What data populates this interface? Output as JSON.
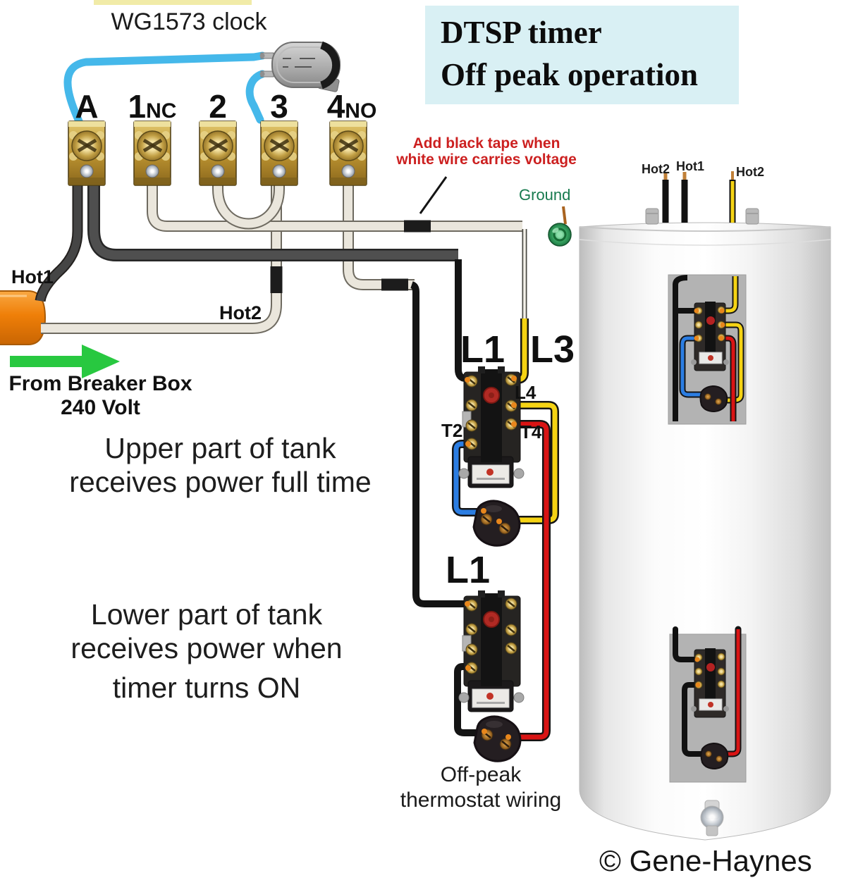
{
  "header": {
    "clock_label": "WG1573 clock",
    "title_line1": "DTSP timer",
    "title_line2": "Off peak operation"
  },
  "terminals": {
    "items": [
      {
        "main": "A",
        "suffix": ""
      },
      {
        "main": "1",
        "suffix": "NC"
      },
      {
        "main": "2",
        "suffix": ""
      },
      {
        "main": "3",
        "suffix": ""
      },
      {
        "main": "4",
        "suffix": "NO"
      }
    ]
  },
  "annotations": {
    "tape_note_line1": "Add black tape when",
    "tape_note_line2": "white wire carries voltage",
    "ground": "Ground",
    "tank_wire_labels": [
      "Hot2",
      "Hot1",
      "Hot2"
    ],
    "hot1": "Hot1",
    "hot2": "Hot2",
    "breaker_line1": "From Breaker Box",
    "breaker_line2": "240 Volt",
    "upper_note_line1": "Upper part of tank",
    "upper_note_line2": "receives power full time",
    "lower_note_line1": "Lower part of tank",
    "lower_note_line2": "receives power when",
    "lower_note_line3": "timer turns ON",
    "offpeak_line1": "Off-peak",
    "offpeak_line2": "thermostat wiring",
    "copyright": "© Gene-Haynes"
  },
  "wire_labels": {
    "upper_l1": "L1",
    "upper_l3": "L3",
    "l4": "L4",
    "t2": "T2",
    "t4": "T4",
    "lower_l1": "L1"
  },
  "colors": {
    "title_bg": "#d9f0f4",
    "note_red": "#cc2020",
    "ground_green": "#177a4e",
    "arrow_green": "#28c840",
    "wire_white": "#eae6dc",
    "wire_gray": "#4f4f4f",
    "wire_black": "#141414",
    "wire_blue_clock": "#45b8ea",
    "wire_yellow": "#f5d313",
    "wire_red": "#d91414",
    "wire_blue": "#2b7de2",
    "cable_orange": "#ef7f08",
    "tape_black": "#1c1c1c"
  }
}
